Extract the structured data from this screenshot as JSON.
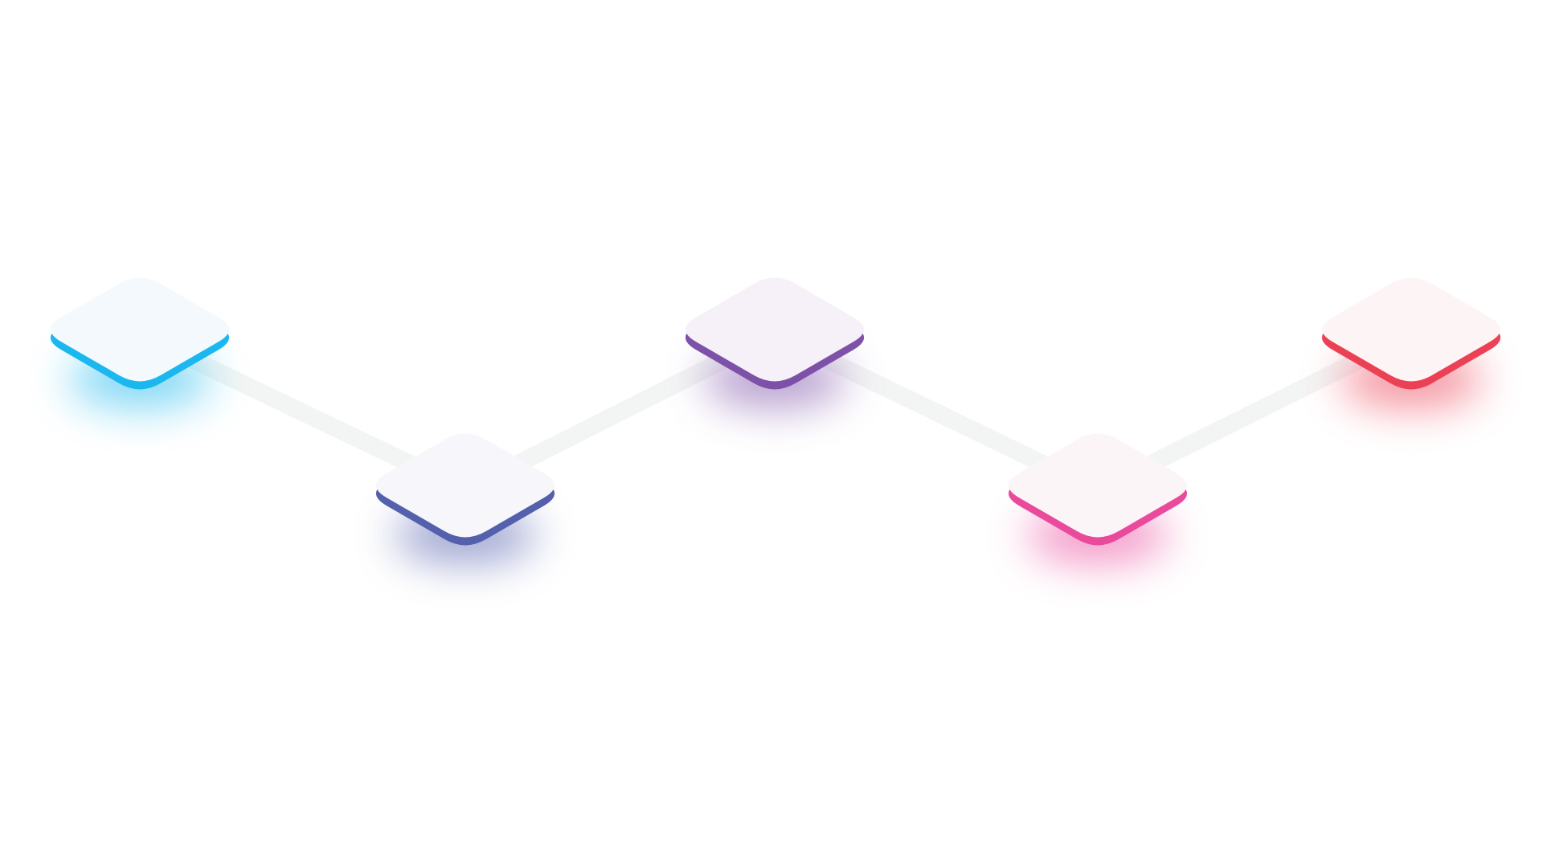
{
  "diagram": {
    "background": "#ffffff",
    "connector_color": "#f3f5f4",
    "nodes": [
      {
        "id": "node-1",
        "accent": "#1ab8ee",
        "face": "#f3f9fd"
      },
      {
        "id": "node-2",
        "accent": "#5560ad",
        "face": "#f7f7fb"
      },
      {
        "id": "node-3",
        "accent": "#7e51a8",
        "face": "#f6f1f8"
      },
      {
        "id": "node-4",
        "accent": "#ea4a9c",
        "face": "#fcf5f8"
      },
      {
        "id": "node-5",
        "accent": "#ec4155",
        "face": "#fdf5f5"
      }
    ],
    "connections": [
      [
        "node-1",
        "node-2"
      ],
      [
        "node-2",
        "node-3"
      ],
      [
        "node-3",
        "node-4"
      ],
      [
        "node-4",
        "node-5"
      ]
    ]
  }
}
